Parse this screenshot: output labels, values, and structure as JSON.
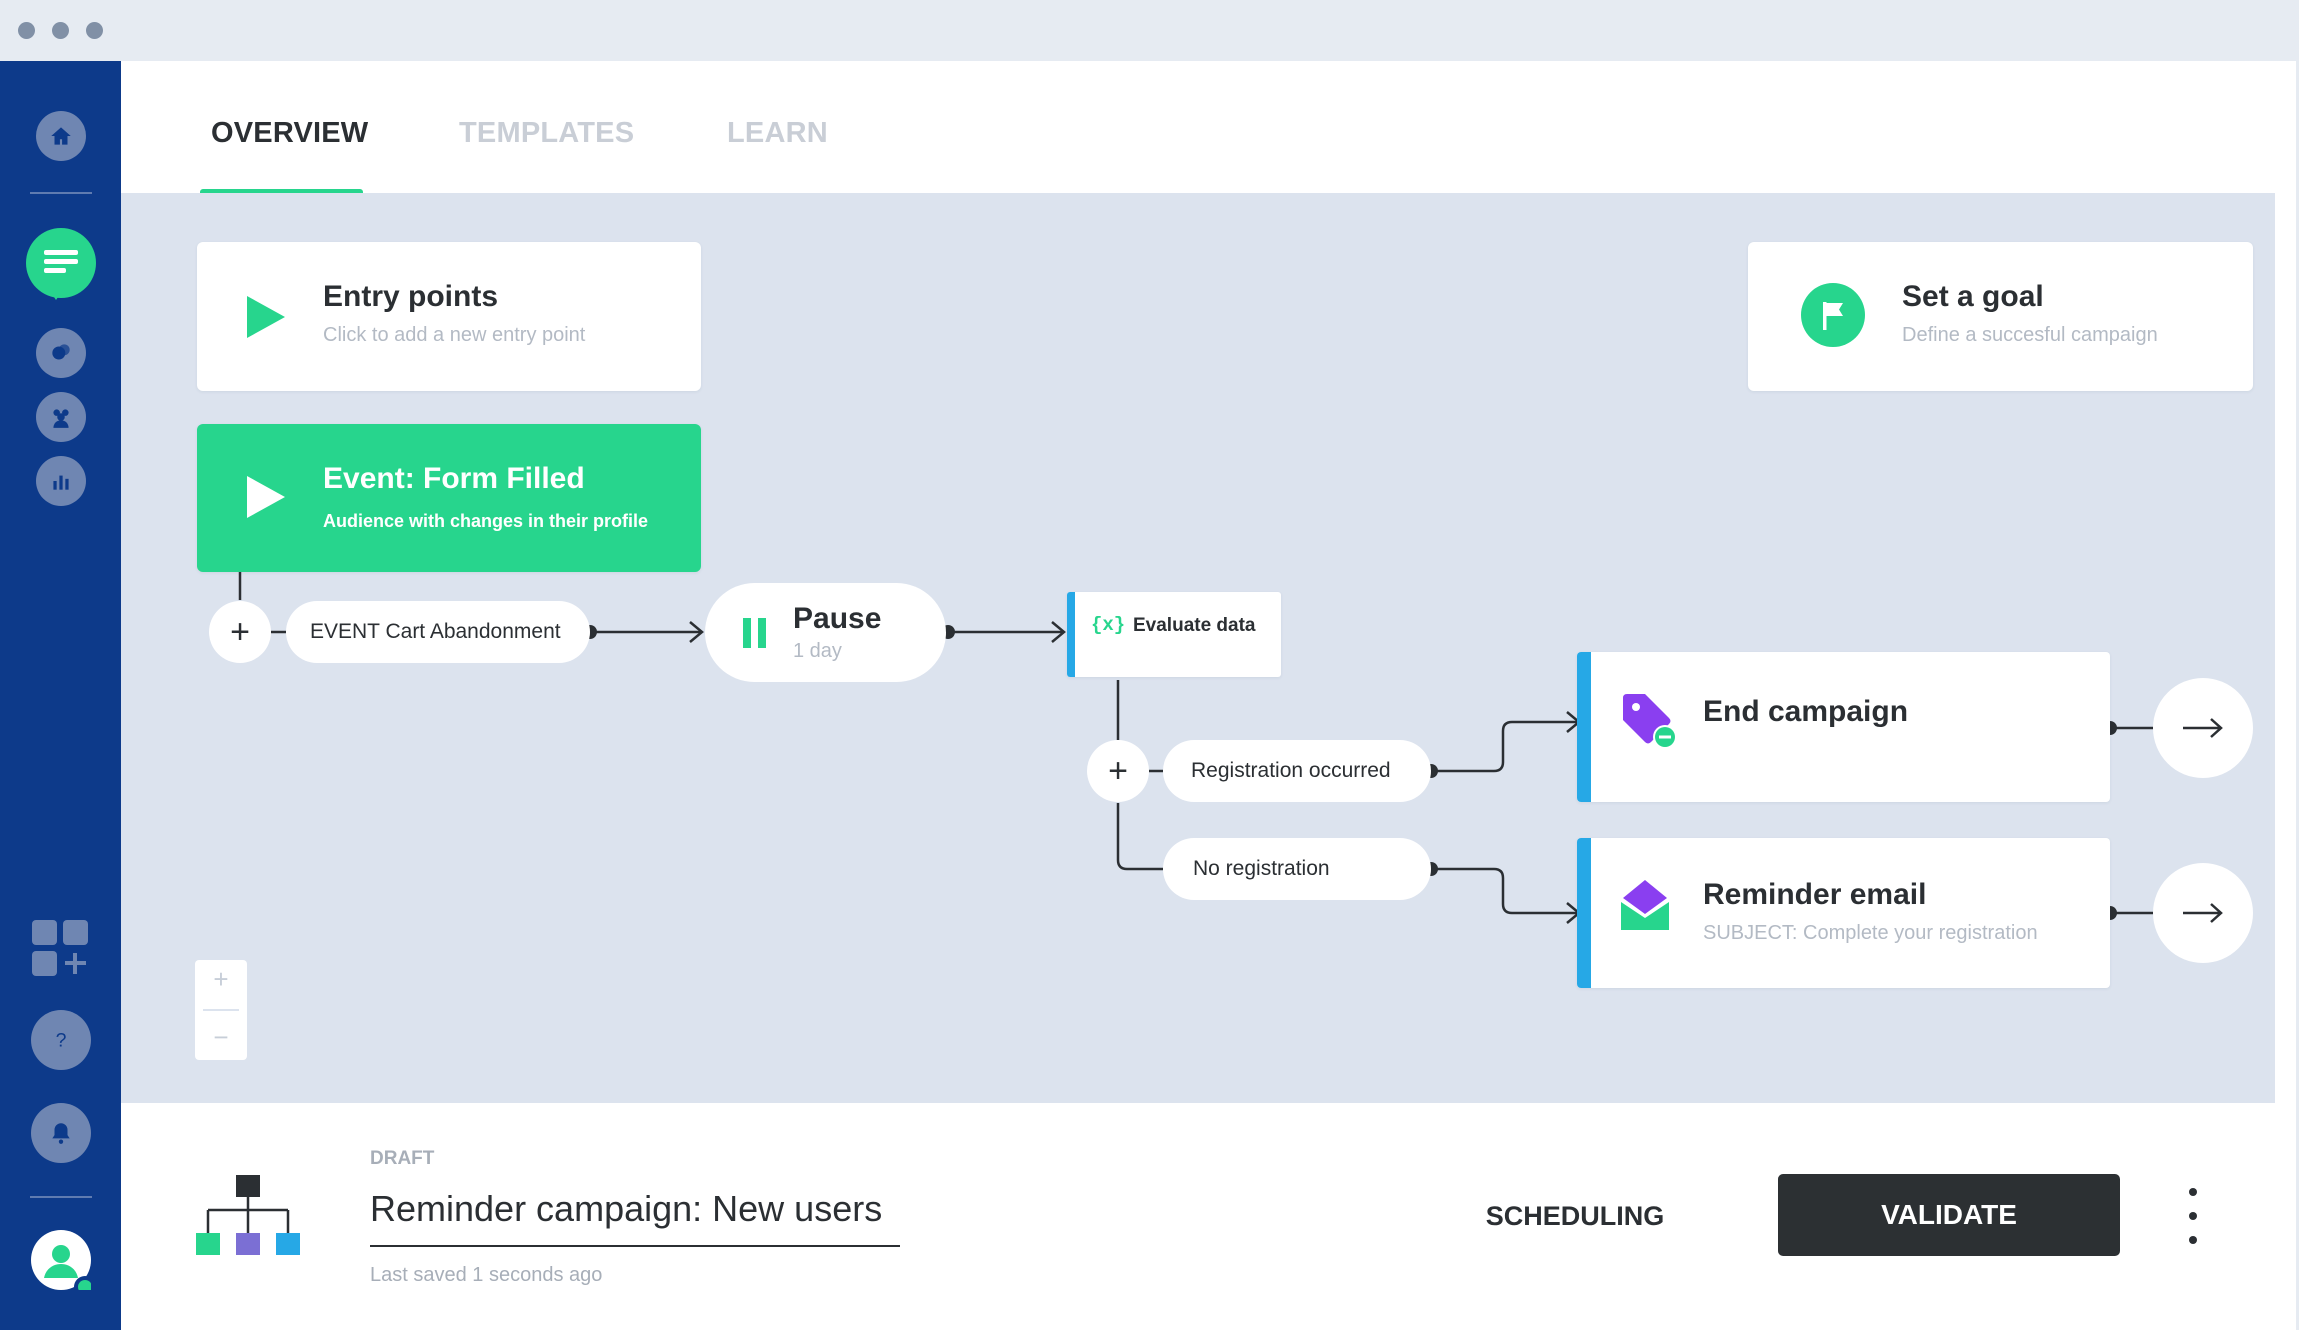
{
  "window": {
    "controls": [
      "close",
      "minimize",
      "maximize"
    ]
  },
  "tabs": [
    {
      "label": "OVERVIEW",
      "active": true
    },
    {
      "label": "TEMPLATES",
      "active": false
    },
    {
      "label": "LEARN",
      "active": false
    }
  ],
  "sidebar": {
    "items": [
      {
        "icon": "home-icon"
      },
      {
        "icon": "campaign-chat-icon",
        "active": true
      },
      {
        "icon": "conversations-icon"
      },
      {
        "icon": "audience-icon"
      },
      {
        "icon": "analytics-icon"
      }
    ],
    "bottom_items": [
      {
        "icon": "add-widget-icon"
      },
      {
        "icon": "help-icon"
      },
      {
        "icon": "bell-icon"
      },
      {
        "icon": "user-avatar-icon"
      }
    ]
  },
  "flow": {
    "entry_points": {
      "title": "Entry points",
      "subtitle": "Click to add a new entry point"
    },
    "goal": {
      "title": "Set a goal",
      "subtitle": "Define a succesful campaign"
    },
    "event": {
      "title": "Event: Form Filled",
      "subtitle": "Audience with changes in their profile"
    },
    "trigger_pill": "EVENT Cart Abandonment",
    "pause": {
      "title": "Pause",
      "subtitle": "1 day"
    },
    "evaluate": {
      "icon_text": "{x}",
      "label": "Evaluate data"
    },
    "branch_yes": "Registration occurred",
    "branch_no": "No registration",
    "end_campaign": {
      "title": "End campaign"
    },
    "reminder_email": {
      "title": "Reminder email",
      "subtitle": "SUBJECT: Complete your registration"
    },
    "plus_symbol": "+"
  },
  "zoom": {
    "in": "+",
    "out": "−"
  },
  "footer": {
    "status": "DRAFT",
    "campaign_name": "Reminder campaign: New users",
    "last_saved": "Last saved 1 seconds ago",
    "scheduling_label": "SCHEDULING",
    "validate_label": "VALIDATE"
  },
  "colors": {
    "accent_green": "#27d58d",
    "sidebar_blue": "#0d3a8a",
    "node_bar_blue": "#26a8e6",
    "canvas_bg": "#dce3ee",
    "validate_bg": "#2c3033"
  }
}
